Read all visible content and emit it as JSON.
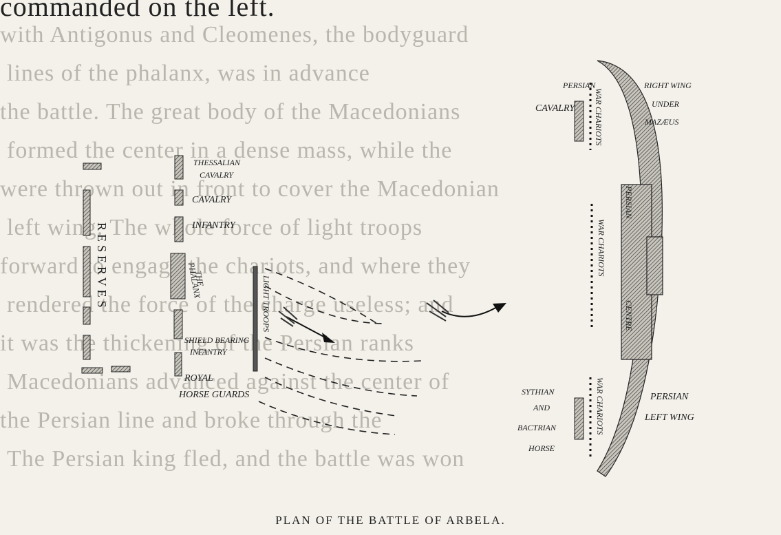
{
  "bleed_text": {
    "top_line": "commanded on the left.",
    "lines": [
      "with Antigonus and Cleomenes, the bodyguard",
      "lines of the phalanx, was in advance",
      "the battle. The great body of the Macedonians",
      "formed the center in a dense mass, while the",
      "were thrown out in front to cover the Macedonian",
      "left wing. The whole force of light troops",
      "forward to engage the chariots, and where they",
      "rendered the force of the charge useless; and",
      "it was the thickening of the Persian ranks",
      "Macedonians advanced against the center of",
      "the Persian line and broke through the",
      "The Persian king fled, and the battle was won"
    ]
  },
  "diagram": {
    "macedonian": {
      "reserves": "RESERVES",
      "thessalian_cavalry": [
        "THESSALIAN",
        "CAVALRY"
      ],
      "cavalry": "CAVALRY",
      "infantry": "INFANTRY",
      "phalanx": [
        "THE",
        "PHALANX"
      ],
      "shield_bearing": [
        "SHIELD BEARING",
        "INFANTRY"
      ],
      "royal_horse_guards": [
        "ROYAL",
        "HORSE GUARDS"
      ],
      "light_troops": "LIGHT TROOPS"
    },
    "persian": {
      "persian_cavalry": [
        "PERSIAN",
        "CAVALRY"
      ],
      "right_wing": [
        "RIGHT WING",
        "UNDER",
        "MAZÆUS"
      ],
      "war_chariots": "WAR CHARIOTS",
      "persian_centre": [
        "PERSIAN",
        "CENTRE"
      ],
      "scythian_bactrian": [
        "SYTHIAN",
        "AND",
        "BACTRIAN",
        "HORSE"
      ],
      "left_wing": [
        "PERSIAN",
        "LEFT WING"
      ]
    }
  },
  "caption": "PLAN OF THE BATTLE OF ARBELA."
}
